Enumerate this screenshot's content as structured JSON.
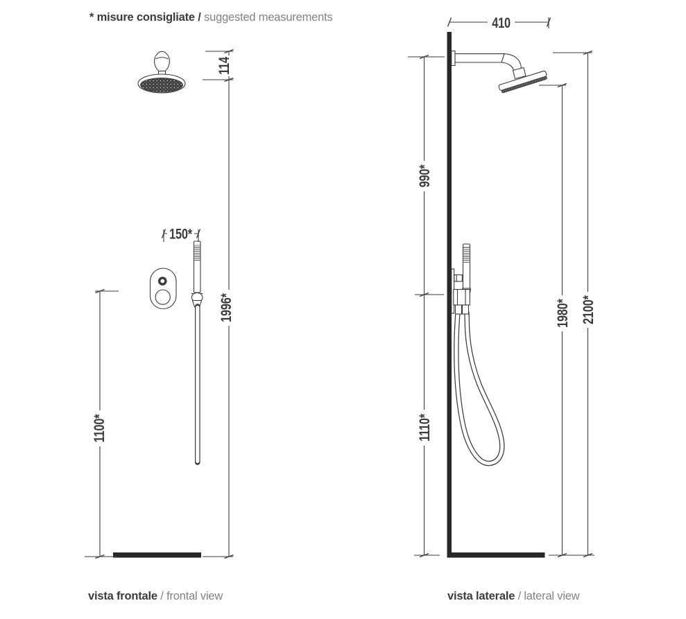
{
  "note": {
    "bold": "* misure consigliate /",
    "light": "suggested measurements"
  },
  "frontal_view": {
    "caption_bold": "vista frontale",
    "caption_light": "/ frontal view",
    "dims": {
      "head_offset": "114",
      "hand_shower_offset": "150*",
      "head_height": "1996*",
      "mixer_height": "1100*"
    }
  },
  "lateral_view": {
    "caption_bold": "vista laterale",
    "caption_light": "/ lateral view",
    "dims": {
      "arm_reach": "410",
      "arm_to_mixer": "990*",
      "mixer_to_floor": "1110*",
      "head_face_height": "1980*",
      "total_height": "2100*"
    }
  },
  "colors": {
    "ink": "#3a3a3a",
    "solid": "#282828",
    "text_dark": "#3c3c3c",
    "text_light": "#828282"
  }
}
